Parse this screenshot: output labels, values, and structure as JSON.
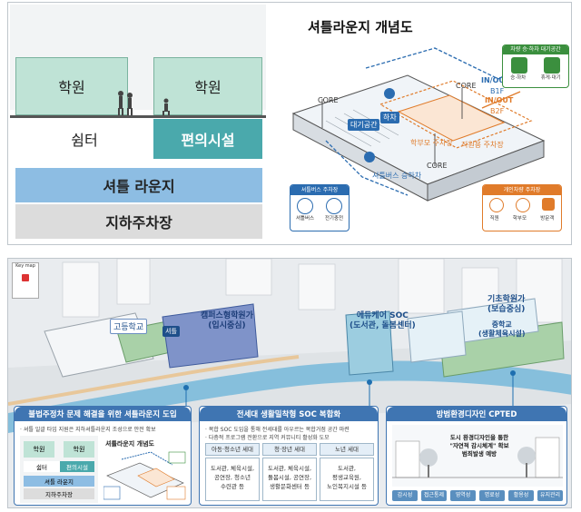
{
  "section_diagram": {
    "academy_left": "학원",
    "academy_right": "학원",
    "shelter": "쉼터",
    "convenience": "편의시설",
    "shuttle_lounge": "셔틀 라운지",
    "underground_parking": "지하주차장"
  },
  "concept": {
    "title": "셔틀라운지 개념도",
    "waiting_box_title": "차량 승·하차 대기공간",
    "waiting_items": [
      "승·하차",
      "휴게·대기"
    ],
    "core_1": "CORE",
    "core_2": "CORE",
    "core_3": "CORE",
    "inout_1": "IN/OUT",
    "inout_2": "IN/OUT",
    "b1f": "B1F",
    "b2f": "B2F",
    "waiting_space": "대기공간",
    "dropoff": "하차",
    "shuttle_stop": "셔틀버스 승하차",
    "parent_parking": "학부모 주차장",
    "staff_parking": "직원용 주차장",
    "shuttle_parking_title": "셔틀버스 주차장",
    "shuttle_parking_items": [
      "셔틀버스",
      "전기충전"
    ],
    "private_parking_title": "개인차량 주차장",
    "private_parking_items": [
      "직원",
      "학부모",
      "방문객"
    ]
  },
  "aerial": {
    "key_map": "Key map",
    "high_school": "고등학교",
    "shuttle_short": "셔틀",
    "campus_academy": "캠퍼스형학원가",
    "campus_academy_sub": "(입시중심)",
    "educare": "에듀케어 SOC",
    "educare_sub": "(도서관, 돌봄센터)",
    "basic_academy": "기초학원가",
    "basic_academy_sub": "(보습중심)",
    "middle_school": "중학교",
    "middle_school_sub": "(생활체육시설)"
  },
  "box_left": {
    "header": "불법주정차 문제 해결을 위한 셔틀라운지 도입",
    "bullet": "· 셔틀 일괄 타입 지원은 지하셔틀라운지 조성으로 안전 확보",
    "mini_title": "셔틀라운지 개념도",
    "mini_labels": [
      "학원",
      "학원",
      "쉼터",
      "편의시설",
      "셔틀 라운지",
      "지하주차장"
    ]
  },
  "box_mid": {
    "header": "전세대 생활밀착형 SOC 복합화",
    "bullets": [
      "· 복합 SOC 도입을 통해 전세대를 아우르는 복합거점 공간 마련",
      "· 다층적 프로그램 전환으로 지역 커뮤니티 활성화 도모"
    ],
    "columns": [
      {
        "title": "아동·청소년 세대",
        "items": [
          "도서관, 체육시설,",
          "공연장, 청소년",
          "수련관 등"
        ]
      },
      {
        "title": "청·장년 세대",
        "items": [
          "도서관, 체육시설,",
          "돌봄시설, 공연장,",
          "생활문화센터 등"
        ]
      },
      {
        "title": "노년 세대",
        "items": [
          "도서관,",
          "평생교육원,",
          "노인복지시설 등"
        ]
      }
    ]
  },
  "box_right": {
    "header": "방범환경디자인 CPTED",
    "caption_1": "도시 환경디자인을 통한",
    "caption_2": "\"자연적 감시체계\" 확보",
    "caption_3": "범죄발생 예방",
    "chips": [
      "감시성",
      "접근통제",
      "영역성",
      "명료성",
      "활용성",
      "유지관리"
    ]
  },
  "colors": {
    "teal": "#4aa9ac",
    "mint": "#bfe3d6",
    "lounge_blue": "#7cb3de",
    "parking_gray": "#d9d9d9",
    "header_blue": "#3f75b2",
    "green": "#3b8f3e",
    "orange": "#e07b2a"
  }
}
